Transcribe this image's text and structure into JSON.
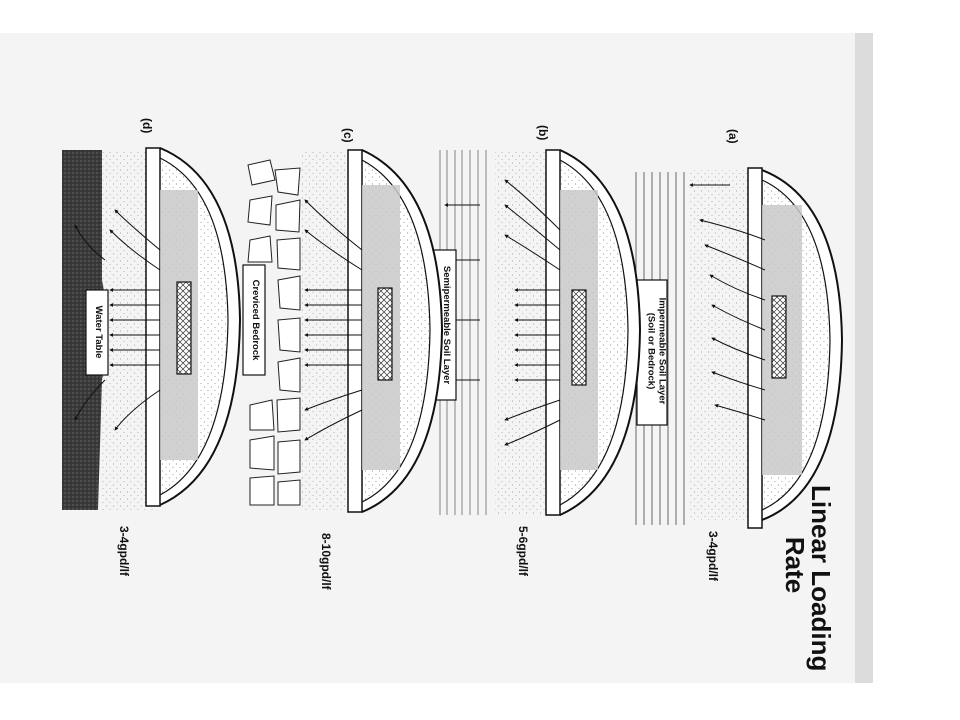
{
  "title_lines": [
    "Linear Loading",
    "Rate"
  ],
  "panels": [
    {
      "label": "(a)",
      "layer": "Impermeable Soil Layer",
      "layer_sub": "(Soil or Bedrock)",
      "rate": "3-4gpd/lf"
    },
    {
      "label": "(b)",
      "layer": "Semipermeable Soil Layer",
      "rate": "5-6gpd/lf"
    },
    {
      "label": "(c)",
      "layer": "Creviced Bedrock",
      "rate": "8-10gpd/lf"
    },
    {
      "label": "(d)",
      "layer": "Water Table",
      "rate": "3-4gpd/lf"
    }
  ],
  "colors": {
    "page": "#ffffff",
    "scan": "#f4f4f4",
    "ink": "#111111",
    "water_table": "#3a3a3a"
  }
}
